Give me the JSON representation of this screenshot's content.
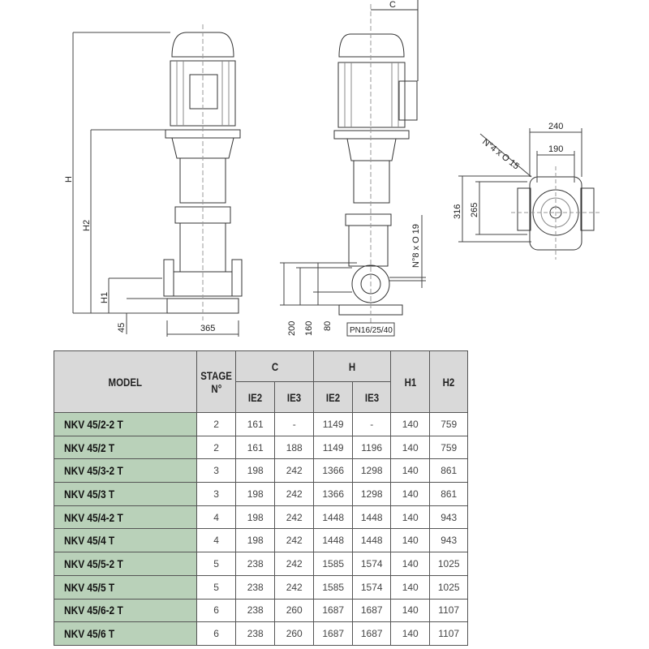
{
  "drawing": {
    "front_view": {
      "dim_H": "H",
      "dim_H2": "H2",
      "dim_H1": "H1",
      "dim_45": "45",
      "dim_365": "365"
    },
    "side_view": {
      "dim_C": "C",
      "dim_200": "200",
      "dim_160": "160",
      "dim_80": "80",
      "flange_holes": "N°8 x O 19",
      "pressure_rating": "PN16/25/40"
    },
    "base_view": {
      "dim_240": "240",
      "dim_190": "190",
      "dim_316": "316",
      "dim_265": "265",
      "base_holes": "N°4 x O 15"
    }
  },
  "table": {
    "headers": {
      "model": "MODEL",
      "stage_line1": "STAGE",
      "stage_line2": "N°",
      "c": "C",
      "h": "H",
      "h1": "H1",
      "h2": "H2",
      "ie2": "IE2",
      "ie3": "IE3"
    },
    "rows": [
      {
        "model": "NKV 45/2-2 T",
        "stage": "2",
        "c_ie2": "161",
        "c_ie3": "-",
        "h_ie2": "1149",
        "h_ie3": "-",
        "h1": "140",
        "h2": "759"
      },
      {
        "model": "NKV 45/2 T",
        "stage": "2",
        "c_ie2": "161",
        "c_ie3": "188",
        "h_ie2": "1149",
        "h_ie3": "1196",
        "h1": "140",
        "h2": "759"
      },
      {
        "model": "NKV 45/3-2 T",
        "stage": "3",
        "c_ie2": "198",
        "c_ie3": "242",
        "h_ie2": "1366",
        "h_ie3": "1298",
        "h1": "140",
        "h2": "861"
      },
      {
        "model": "NKV 45/3 T",
        "stage": "3",
        "c_ie2": "198",
        "c_ie3": "242",
        "h_ie2": "1366",
        "h_ie3": "1298",
        "h1": "140",
        "h2": "861"
      },
      {
        "model": "NKV 45/4-2 T",
        "stage": "4",
        "c_ie2": "198",
        "c_ie3": "242",
        "h_ie2": "1448",
        "h_ie3": "1448",
        "h1": "140",
        "h2": "943"
      },
      {
        "model": "NKV 45/4 T",
        "stage": "4",
        "c_ie2": "198",
        "c_ie3": "242",
        "h_ie2": "1448",
        "h_ie3": "1448",
        "h1": "140",
        "h2": "943"
      },
      {
        "model": "NKV 45/5-2 T",
        "stage": "5",
        "c_ie2": "238",
        "c_ie3": "242",
        "h_ie2": "1585",
        "h_ie3": "1574",
        "h1": "140",
        "h2": "1025"
      },
      {
        "model": "NKV 45/5 T",
        "stage": "5",
        "c_ie2": "238",
        "c_ie3": "242",
        "h_ie2": "1585",
        "h_ie3": "1574",
        "h1": "140",
        "h2": "1025"
      },
      {
        "model": "NKV 45/6-2 T",
        "stage": "6",
        "c_ie2": "238",
        "c_ie3": "260",
        "h_ie2": "1687",
        "h_ie3": "1687",
        "h1": "140",
        "h2": "1107"
      },
      {
        "model": "NKV 45/6 T",
        "stage": "6",
        "c_ie2": "238",
        "c_ie3": "260",
        "h_ie2": "1687",
        "h_ie3": "1687",
        "h1": "140",
        "h2": "1107"
      }
    ]
  }
}
